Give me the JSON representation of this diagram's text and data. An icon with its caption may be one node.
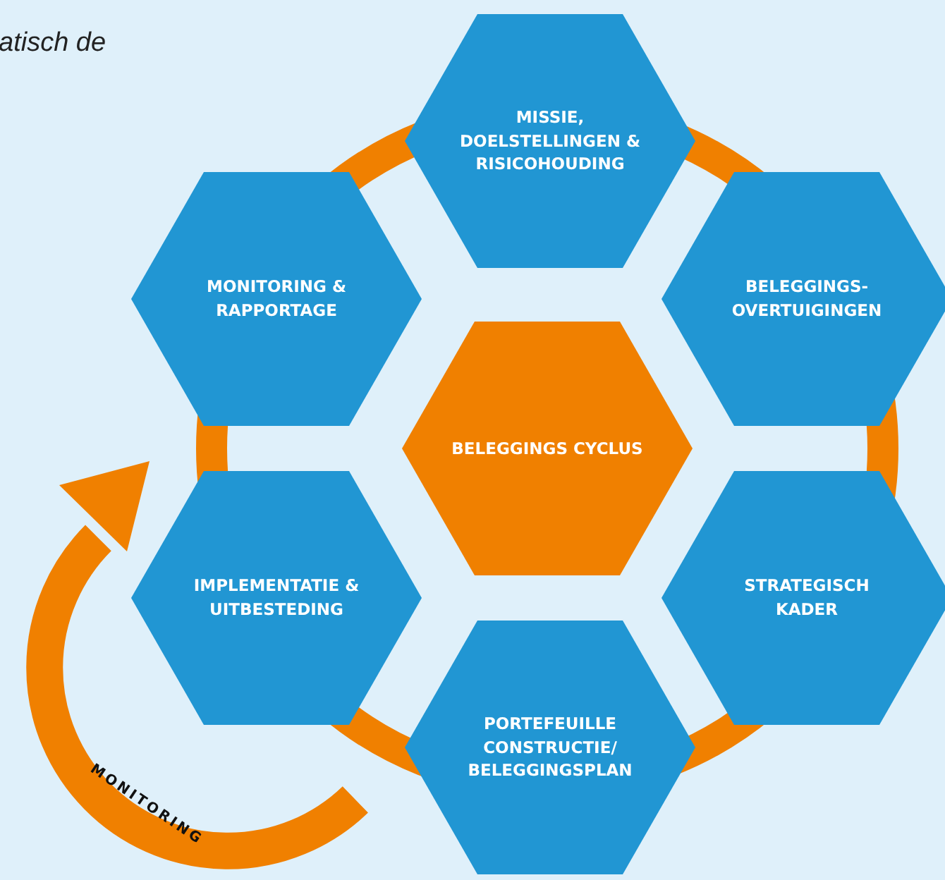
{
  "diagram": {
    "nodes": [
      {
        "text": [
          "MISSIE, DOELSTELLINGEN & RISICOHOUDING"
        ]
      },
      {
        "text": [
          "MONITORING & RAPPORTAGE"
        ]
      },
      {
        "text": [
          "BELEGGINGS-OVERTUIGINGEN"
        ]
      },
      {
        "text": [
          "BELEGGINGS CYCLUS"
        ]
      },
      {
        "text": [
          "IMPLEMENTATIE & UITBESTEDING"
        ]
      },
      {
        "text": [
          "STRATEGISCH KADER"
        ]
      },
      {
        "text": [
          "PORTEFEUILLE CONSTRUCTIE/ BELEGGINGSPLAN"
        ]
      }
    ],
    "labels": [
      "atisch de",
      "MONITORING"
    ]
  }
}
